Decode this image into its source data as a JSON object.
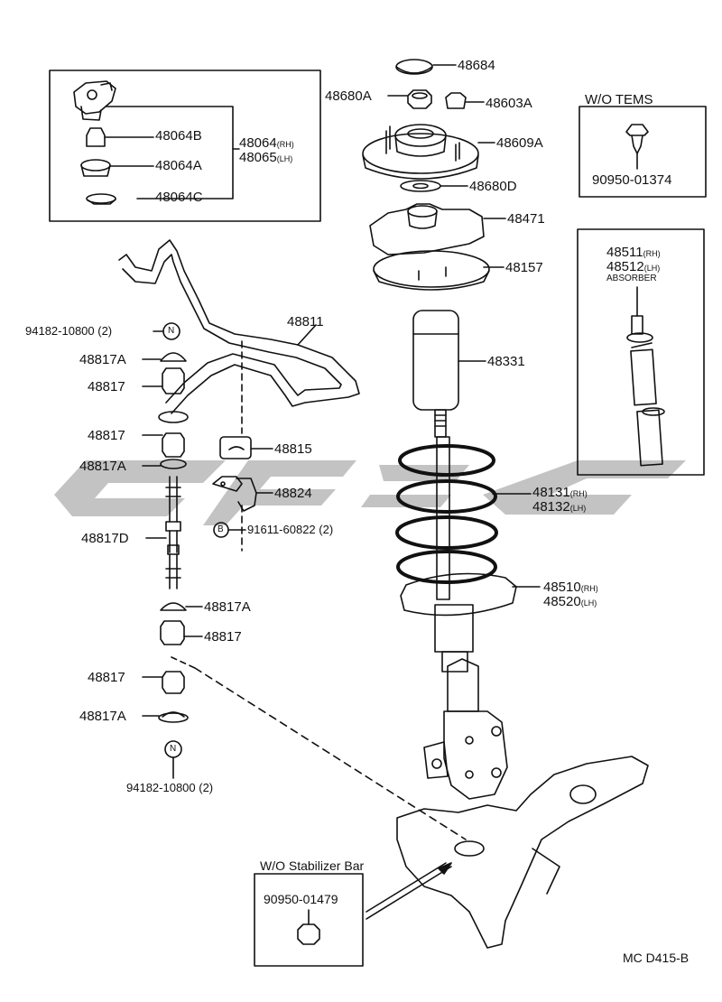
{
  "diagram_code": "MC D415-B",
  "watermark_colors": {
    "gray": "#b9b9b9"
  },
  "boxes": {
    "upper_mount_kit": {},
    "wo_tems": {
      "title": "W/O TEMS",
      "part": "90950-01374"
    },
    "absorber": {
      "part_rh": "48511",
      "part_rh_suffix": "(RH)",
      "part_lh": "48512",
      "part_lh_suffix": "(LH)",
      "caption": "ABSORBER"
    },
    "wo_stabilizer": {
      "title": "W/O Stabilizer Bar",
      "part": "90950-01479"
    }
  },
  "labels": {
    "p48064b": "48064B",
    "p48064a": "48064A",
    "p48064c": "48064C",
    "p48064": "48064",
    "p48064_suffix": "(RH)",
    "p48065": "48065",
    "p48065_suffix": "(LH)",
    "p48684": "48684",
    "p48680a": "48680A",
    "p48603a": "48603A",
    "p48609a": "48609A",
    "p48680d": "48680D",
    "p48471": "48471",
    "p48157": "48157",
    "p48331": "48331",
    "p48811": "48811",
    "p94182_top": "94182-10800 (2)",
    "p48817a_1": "48817A",
    "p48817_1": "48817",
    "p48817_2": "48817",
    "p48817a_2": "48817A",
    "p48815": "48815",
    "p48824": "48824",
    "p48817d": "48817D",
    "p91611": "91611-60822 (2)",
    "p48817a_3": "48817A",
    "p48817_3": "48817",
    "p48817_4": "48817",
    "p48817a_4": "48817A",
    "p94182_bottom": "94182-10800 (2)",
    "p48131": "48131",
    "p48131_suffix": "(RH)",
    "p48132": "48132",
    "p48132_suffix": "(LH)",
    "p48510": "48510",
    "p48510_suffix": "(RH)",
    "p48520": "48520",
    "p48520_suffix": "(LH)",
    "nut_symbol": "N",
    "bolt_symbol": "B"
  }
}
